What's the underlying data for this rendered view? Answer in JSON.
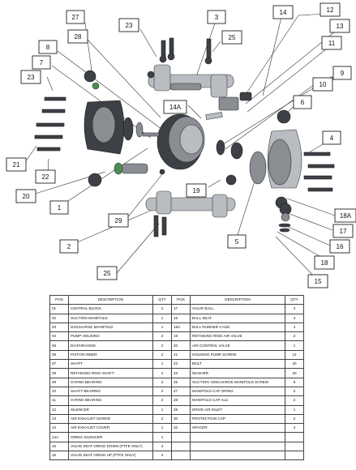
{
  "callouts": {
    "c27": "27",
    "c3": "3",
    "c23a": "23",
    "c25a": "25",
    "c14": "14",
    "c12": "12",
    "c28": "28",
    "c13": "13",
    "c8": "8",
    "c11": "11",
    "c7": "7",
    "c9": "9",
    "c10": "10",
    "c23b": "23",
    "c14A": "14A",
    "c6": "6",
    "c4": "4",
    "c21": "21",
    "c22": "22",
    "c20": "20",
    "c19": "19",
    "c1": "1",
    "c29": "29",
    "c18A": "18A",
    "c17": "17",
    "c16": "16",
    "c5": "5",
    "c2": "2",
    "c18": "18",
    "c25b": "25",
    "c15": "15"
  },
  "table": {
    "headers": {
      "pos": "POS",
      "description": "DESCRIPTION",
      "qty": "QTY"
    },
    "left": [
      {
        "pos": "01",
        "desc": "CENTRAL BLOCK",
        "qty": "2"
      },
      {
        "pos": "02",
        "desc": "SUCTION MANIFOLD",
        "qty": "1"
      },
      {
        "pos": "03",
        "desc": "DISCHARGE MANIFOLD",
        "qty": "1"
      },
      {
        "pos": "04",
        "desc": "PUMP HOUSING",
        "qty": "2"
      },
      {
        "pos": "05",
        "desc": "DIAPHRAGMS",
        "qty": "2"
      },
      {
        "pos": "06",
        "desc": "PISTON INNER",
        "qty": "2"
      },
      {
        "pos": "07",
        "desc": "SHAFT",
        "qty": "1"
      },
      {
        "pos": "08",
        "desc": "RETAINING RING SHAFT",
        "qty": "2"
      },
      {
        "pos": "09",
        "desc": "O-RING BEARING",
        "qty": "2"
      },
      {
        "pos": "10",
        "desc": "SHAFT BEARING",
        "qty": "2"
      },
      {
        "pos": "11",
        "desc": "O-RING BEARING",
        "qty": "2"
      },
      {
        "pos": "12",
        "desc": "SILENCER",
        "qty": "1"
      },
      {
        "pos": "13",
        "desc": "AIR EXHAUST SCREW",
        "qty": "2"
      },
      {
        "pos": "14",
        "desc": "AIR EXHAUST COVER",
        "qty": "1"
      },
      {
        "pos": "14A",
        "desc": "ORING SILENCER",
        "qty": "1"
      },
      {
        "pos": "15",
        "desc": "VALVE SEAT ORING DOWN (PTFE ONLY)",
        "qty": "4"
      },
      {
        "pos": "16",
        "desc": "VALVE SEAT ORING UP (PTFE ONLY)",
        "qty": "4"
      }
    ],
    "right": [
      {
        "pos": "17",
        "desc": "VALVE BALL",
        "qty": "4"
      },
      {
        "pos": "18",
        "desc": "BALL SEAT",
        "qty": "4"
      },
      {
        "pos": "18A",
        "desc": "BALL RUNNER CAGE",
        "qty": "4"
      },
      {
        "pos": "19",
        "desc": "RETAINING RING AIR VALVE",
        "qty": "2"
      },
      {
        "pos": "20",
        "desc": "AIR CONTROL VALVE",
        "qty": "1"
      },
      {
        "pos": "21",
        "desc": "HOUSING PUMP SCREW",
        "qty": "12"
      },
      {
        "pos": "22",
        "desc": "BOLT",
        "qty": "20"
      },
      {
        "pos": "23",
        "desc": "WASHER",
        "qty": "20"
      },
      {
        "pos": "25",
        "desc": "SUCTION -DISCHARGE MANIFOLD SCREW",
        "qty": "8"
      },
      {
        "pos": "27",
        "desc": "MANIFOLD CAP ORING",
        "qty": "2"
      },
      {
        "pos": "28",
        "desc": "MANIFOLD CAP ALU",
        "qty": "2"
      },
      {
        "pos": "29",
        "desc": "DRIVE AIR INLET",
        "qty": "1"
      },
      {
        "pos": "30",
        "desc": "PROTECTION CAP",
        "qty": "2"
      },
      {
        "pos": "32",
        "desc": "SPACER",
        "qty": "4"
      },
      {
        "pos": "",
        "desc": "",
        "qty": ""
      },
      {
        "pos": "",
        "desc": "",
        "qty": ""
      },
      {
        "pos": "",
        "desc": "",
        "qty": ""
      }
    ]
  }
}
